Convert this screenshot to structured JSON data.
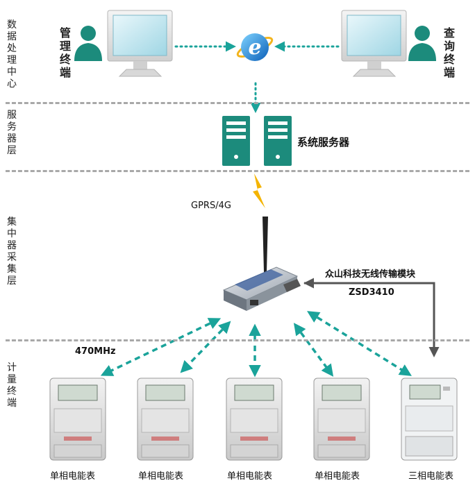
{
  "layers": {
    "data_center": "数据处理中心",
    "server": "服务器层",
    "collector": "集中器采集层",
    "metering": "计量终端"
  },
  "terminals": {
    "admin": "管理终端",
    "query": "查询终端"
  },
  "server_label": "系统服务器",
  "uplink_label": "GPRS/4G",
  "radio_label": "470MHz",
  "module": {
    "name": "众山科技无线传输模块",
    "model": "ZSD3410"
  },
  "meters": [
    "单相电能表",
    "单相电能表",
    "单相电能表",
    "单相电能表",
    "三相电能表"
  ],
  "colors": {
    "teal": "#1c8b7c",
    "link": "#1aa39a",
    "divider": "#a8a8a8",
    "lightning": "#f4b400"
  }
}
